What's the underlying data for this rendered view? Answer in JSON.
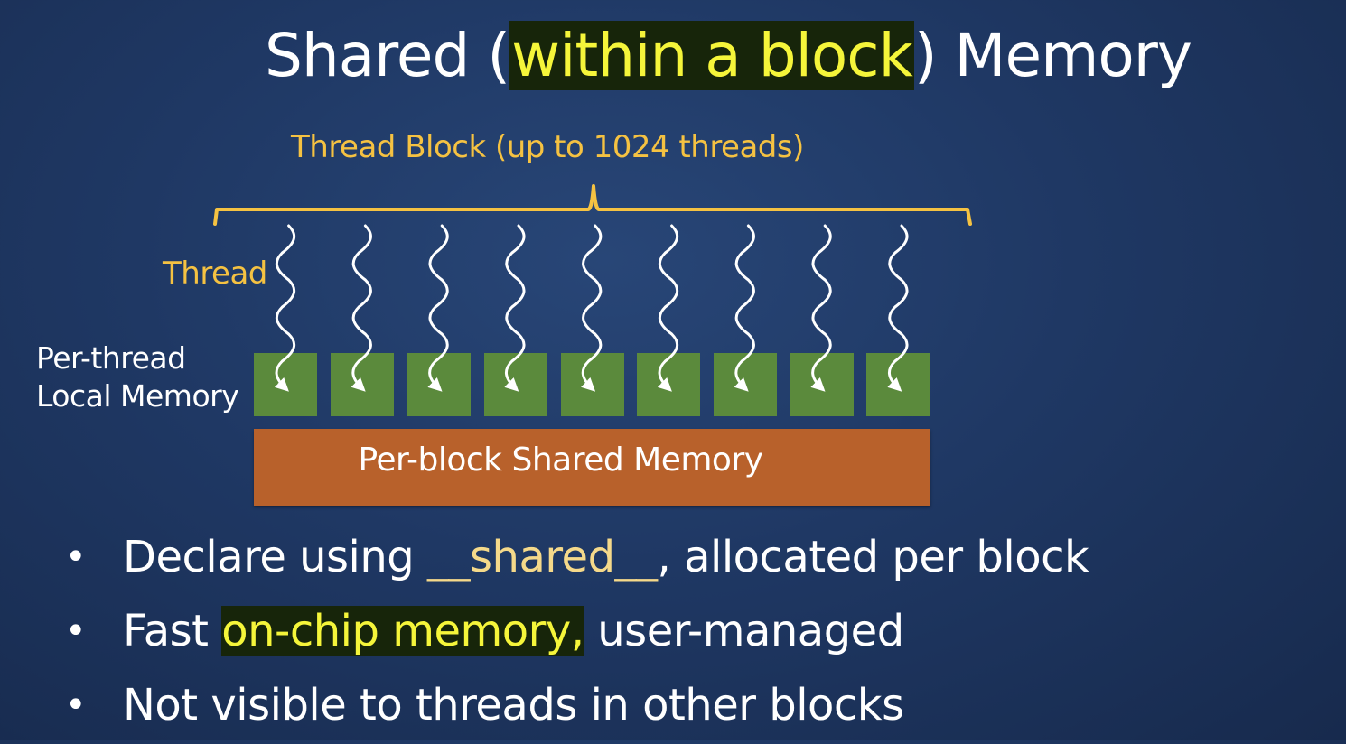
{
  "title": {
    "before": "Shared (",
    "highlight": "within a block",
    "after": ") Memory"
  },
  "diagram": {
    "block_label": "Thread Block (up to 1024 threads)",
    "thread_label": "Thread",
    "local_label_line1": "Per-thread",
    "local_label_line2": "Local Memory",
    "shared_label": "Per-block Shared Memory",
    "thread_count": 9
  },
  "bullets": {
    "b1_before": "Declare using ",
    "b1_keyword": "__shared__",
    "b1_after": ", allocated per block",
    "b2_before": "Fast ",
    "b2_highlight": "on-chip memory,",
    "b2_after": " user-managed",
    "b3": "Not visible to threads in other blocks"
  },
  "colors": {
    "background": "#1f3864",
    "accent_yellow": "#f5c242",
    "highlight_text": "#f5f53a",
    "highlight_bg": "#17250a",
    "local_memory": "#5b8a3c",
    "shared_memory": "#b8612b"
  }
}
